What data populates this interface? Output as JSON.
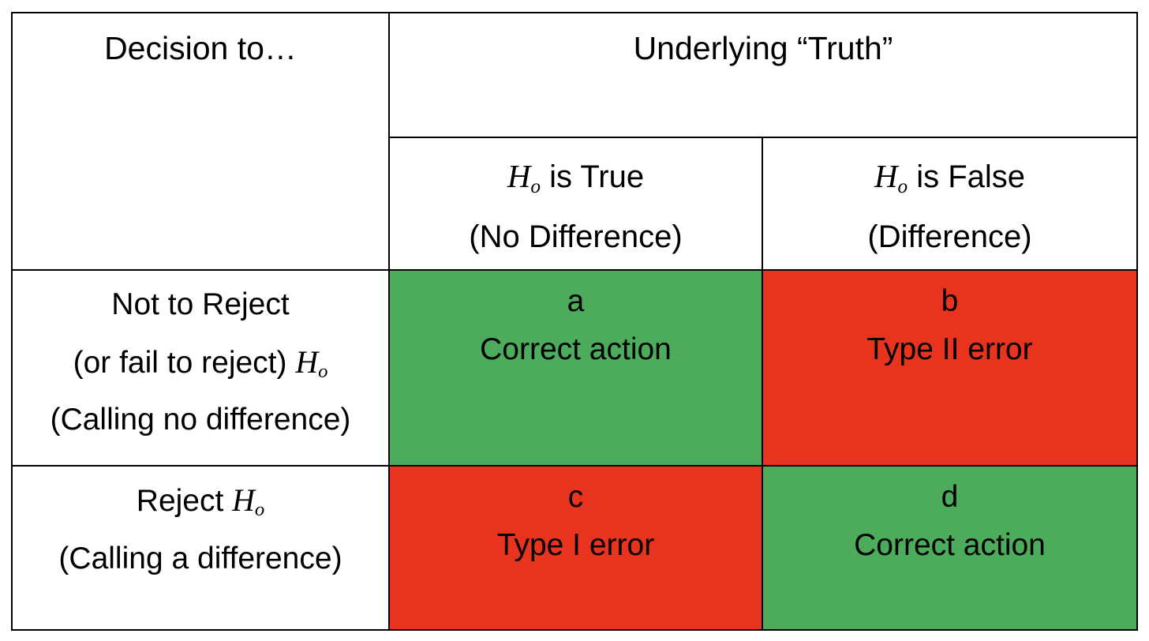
{
  "figure": {
    "type": "table",
    "title": "Hypothesis testing decision matrix",
    "colors": {
      "correct_action_fill": "#4CAC5B",
      "error_fill": "#E8331E",
      "border": "#000000",
      "text": "#000000",
      "background": "#FFFFFF"
    }
  },
  "header": {
    "decision_label": "Decision to…",
    "truth_label": "Underlying “Truth”",
    "subheaders": [
      {
        "id": "ho-true",
        "symbol": "H",
        "subscript": "o",
        "rest": " is True",
        "detail": "(No Difference)"
      },
      {
        "id": "ho-false",
        "symbol": "H",
        "subscript": "o",
        "rest": " is False",
        "detail": "(Difference)"
      }
    ]
  },
  "rows": [
    {
      "id": "not-to-reject",
      "label_lines": [
        {
          "text": "Not to Reject",
          "math": false
        },
        {
          "prefix": "(or fail to reject) ",
          "symbol": "H",
          "subscript": "o",
          "suffix": "",
          "math": true
        },
        {
          "text": "(Calling no difference)",
          "math": false
        }
      ],
      "cells": [
        {
          "id": "cell-a",
          "letter": "a",
          "outcome": "Correct action",
          "kind": "correct",
          "fill": "#4CAC5B"
        },
        {
          "id": "cell-b",
          "letter": "b",
          "outcome": "Type II error",
          "kind": "error",
          "fill": "#E8331E"
        }
      ]
    },
    {
      "id": "reject",
      "label_lines": [
        {
          "prefix": "Reject ",
          "symbol": "H",
          "subscript": "o",
          "suffix": "",
          "math": true
        },
        {
          "text": "(Calling a difference)",
          "math": false
        }
      ],
      "cells": [
        {
          "id": "cell-c",
          "letter": "c",
          "outcome": "Type I error",
          "kind": "error",
          "fill": "#E8331E"
        },
        {
          "id": "cell-d",
          "letter": "d",
          "outcome": "Correct action",
          "kind": "correct",
          "fill": "#4CAC5B"
        }
      ]
    }
  ]
}
